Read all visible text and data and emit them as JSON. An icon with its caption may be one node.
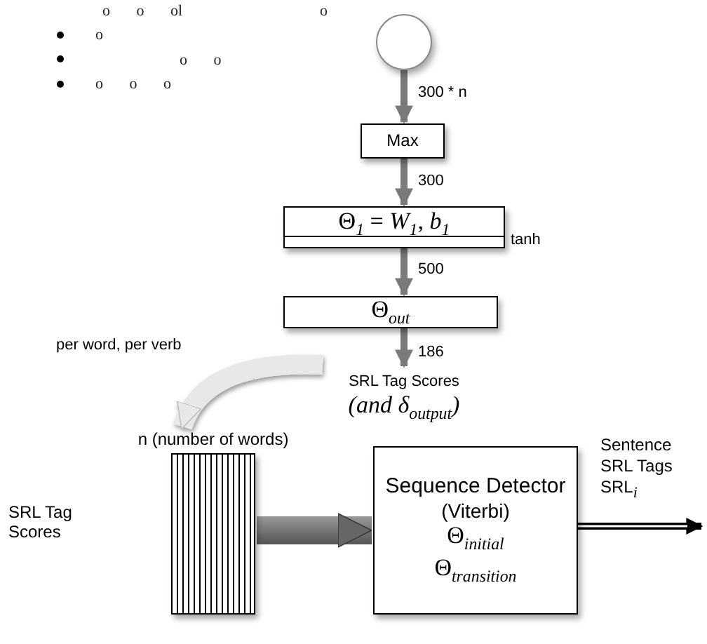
{
  "diagram": {
    "nodes": [
      {
        "text": [],
        "shape": "circle"
      },
      {
        "text": [
          "Max"
        ]
      },
      {
        "text": [
          "Θ$_{1}$ = *W*$_{1}$, *b*$_{1}$"
        ],
        "beside": [
          "tanh"
        ]
      },
      {
        "text": [
          "Θ$_{out}$"
        ]
      },
      {
        "text": [
          "SRL Tag Scores",
          "(and δ$_{output}$)"
        ]
      },
      {
        "text": [
          "n (number of words)"
        ]
      },
      {
        "text": [
          "Sequence Detector",
          "(Viterbi)",
          "Θ$_{initial}$",
          "Θ$_{transition}$"
        ]
      }
    ],
    "edges": [
      {
        "from": 0,
        "to": 1,
        "arrow": "to",
        "label": "300 * n"
      },
      {
        "from": 1,
        "to": 2,
        "arrow": "to",
        "label": "300"
      },
      {
        "from": 2,
        "to": 3,
        "arrow": "to",
        "label": "500"
      },
      {
        "from": 3,
        "to": 4,
        "arrow": "to",
        "label": "186"
      },
      {
        "from": 4,
        "to": 5,
        "arrow": "to",
        "label": "per word, per verb",
        "style": "thick",
        "color": "#e8e8e8"
      },
      {
        "from": 5,
        "to": 6,
        "arrow": "to",
        "style": "thick"
      },
      {
        "from": 6,
        "to": null,
        "arrow": "to",
        "label": "Sentence SRL Tags SRL$_{i}$",
        "color": "#000000"
      }
    ],
    "labels": [
      "o o ol",
      "o",
      "o",
      "o o",
      "o o o",
      "SRL Tag Scores"
    ]
  }
}
